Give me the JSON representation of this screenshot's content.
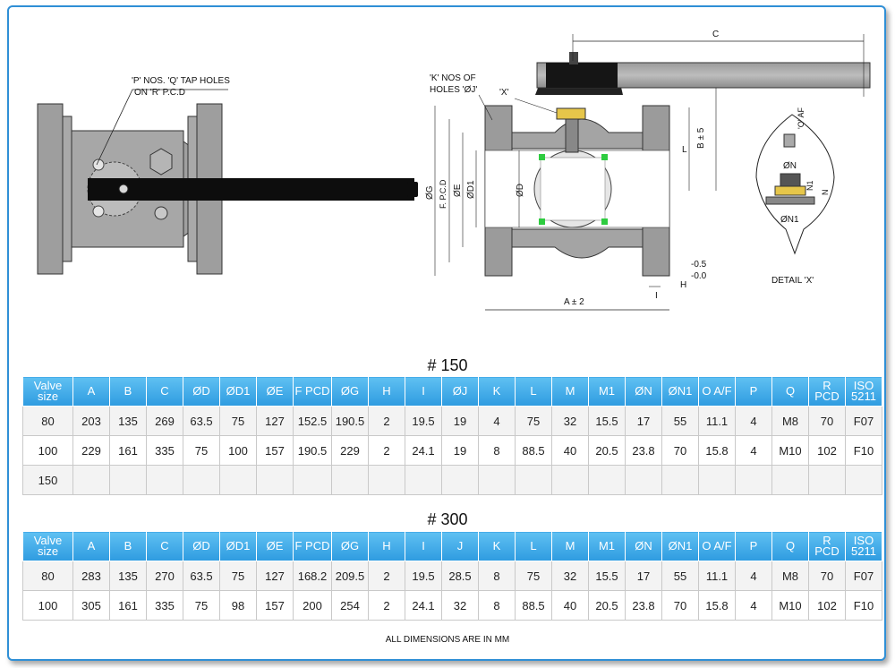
{
  "drawing": {
    "labels": {
      "tap_holes_1": "'P' NOS. 'Q' TAP HOLES",
      "tap_holes_2": "ON 'R' P.C.D",
      "k_nos_1": "'K' NOS OF",
      "k_nos_2": "HOLES 'ØJ'",
      "x_mark": "'X'",
      "c": "C",
      "b": "B ± 5",
      "l": "L",
      "g": "ØG",
      "fpcd": "F. P.C.D",
      "e": "ØE",
      "d1": "ØD1",
      "d": "ØD",
      "a": "A ± 2",
      "i": "I",
      "h": "H",
      "tol1": "-0.5",
      "tol2": "-0.0",
      "o_af": "'O' AF",
      "n": "ØN",
      "n1": "N1",
      "nn": "N",
      "n1b": "ØN1",
      "detail": "DETAIL 'X'"
    }
  },
  "headers": [
    "Valve size",
    "A",
    "B",
    "C",
    "ØD",
    "ØD1",
    "ØE",
    "F PCD",
    "ØG",
    "H",
    "I",
    "ØJ",
    "K",
    "L",
    "M",
    "M1",
    "ØN",
    "ØN1",
    "O A/F",
    "P",
    "Q",
    "R PCD",
    "ISO 5211"
  ],
  "headers_300": [
    "Valve size",
    "A",
    "B",
    "C",
    "ØD",
    "ØD1",
    "ØE",
    "F PCD",
    "ØG",
    "H",
    "I",
    "J",
    "K",
    "L",
    "M",
    "M1",
    "ØN",
    "ØN1",
    "O A/F",
    "P",
    "Q",
    "R PCD",
    "ISO 5211"
  ],
  "class150": {
    "title": "# 150",
    "rows": [
      [
        "80",
        "203",
        "135",
        "269",
        "63.5",
        "75",
        "127",
        "152.5",
        "190.5",
        "2",
        "19.5",
        "19",
        "4",
        "75",
        "32",
        "15.5",
        "17",
        "55",
        "11.1",
        "4",
        "M8",
        "70",
        "F07"
      ],
      [
        "100",
        "229",
        "161",
        "335",
        "75",
        "100",
        "157",
        "190.5",
        "229",
        "2",
        "24.1",
        "19",
        "8",
        "88.5",
        "40",
        "20.5",
        "23.8",
        "70",
        "15.8",
        "4",
        "M10",
        "102",
        "F10"
      ],
      [
        "150",
        "",
        "",
        "",
        "",
        "",
        "",
        "",
        "",
        "",
        "",
        "",
        "",
        "",
        "",
        "",
        "",
        "",
        "",
        "",
        "",
        "",
        ""
      ]
    ]
  },
  "class300": {
    "title": "# 300",
    "rows": [
      [
        "80",
        "283",
        "135",
        "270",
        "63.5",
        "75",
        "127",
        "168.2",
        "209.5",
        "2",
        "19.5",
        "28.5",
        "8",
        "75",
        "32",
        "15.5",
        "17",
        "55",
        "11.1",
        "4",
        "M8",
        "70",
        "F07"
      ],
      [
        "100",
        "305",
        "161",
        "335",
        "75",
        "98",
        "157",
        "200",
        "254",
        "2",
        "24.1",
        "32",
        "8",
        "88.5",
        "40",
        "20.5",
        "23.8",
        "70",
        "15.8",
        "4",
        "M10",
        "102",
        "F10"
      ]
    ]
  },
  "note": "ALL DIMENSIONS ARE IN MM"
}
